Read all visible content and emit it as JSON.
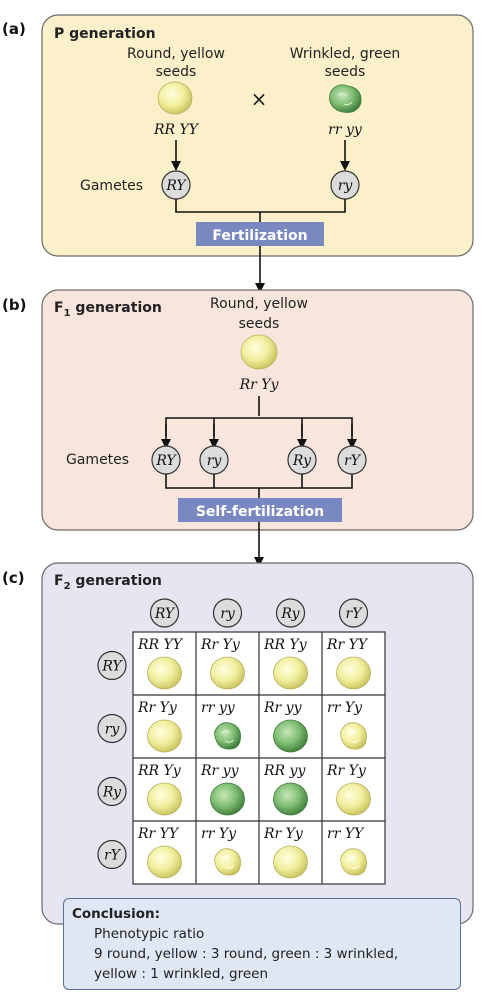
{
  "panels": {
    "a": {
      "tag": "(a)",
      "title": "P generation",
      "left_parent": {
        "label1": "Round, yellow",
        "label2": "seeds",
        "genotype": "RR YY",
        "gamete": "RY"
      },
      "right_parent": {
        "label1": "Wrinkled, green",
        "label2": "seeds",
        "genotype": "rr yy",
        "gamete": "ry"
      },
      "cross_symbol": "×",
      "gametes_label": "Gametes",
      "bar_label": "Fertilization"
    },
    "b": {
      "tag": "(b)",
      "title_prefix": "F",
      "title_sub": "1",
      "title_suffix": " generation",
      "label1": "Round, yellow",
      "label2": "seeds",
      "genotype": "Rr Yy",
      "gametes_label": "Gametes",
      "gametes": [
        "RY",
        "ry",
        "Ry",
        "rY"
      ],
      "bar_label": "Self-fertilization"
    },
    "c": {
      "tag": "(c)",
      "title_prefix": "F",
      "title_sub": "2",
      "title_suffix": " generation",
      "col_gametes": [
        "RY",
        "ry",
        "Ry",
        "rY"
      ],
      "row_gametes": [
        "RY",
        "ry",
        "Ry",
        "rY"
      ],
      "grid": [
        [
          {
            "genotype": "RR YY",
            "seed": "round-yellow"
          },
          {
            "genotype": "Rr Yy",
            "seed": "round-yellow"
          },
          {
            "genotype": "RR Yy",
            "seed": "round-yellow"
          },
          {
            "genotype": "Rr YY",
            "seed": "round-yellow"
          }
        ],
        [
          {
            "genotype": "Rr Yy",
            "seed": "round-yellow"
          },
          {
            "genotype": "rr yy",
            "seed": "wrinkled-green"
          },
          {
            "genotype": "Rr yy",
            "seed": "round-green"
          },
          {
            "genotype": "rr Yy",
            "seed": "wrinkled-yellow"
          }
        ],
        [
          {
            "genotype": "RR Yy",
            "seed": "round-yellow"
          },
          {
            "genotype": "Rr yy",
            "seed": "round-green"
          },
          {
            "genotype": "RR yy",
            "seed": "round-green"
          },
          {
            "genotype": "Rr Yy",
            "seed": "round-yellow"
          }
        ],
        [
          {
            "genotype": "Rr YY",
            "seed": "round-yellow"
          },
          {
            "genotype": "rr Yy",
            "seed": "wrinkled-yellow"
          },
          {
            "genotype": "Rr Yy",
            "seed": "round-yellow"
          },
          {
            "genotype": "rr YY",
            "seed": "wrinkled-yellow"
          }
        ]
      ]
    }
  },
  "conclusion": {
    "title": "Conclusion:",
    "line1": "Phenotypic ratio",
    "line2": "9 round, yellow : 3 round, green : 3 wrinkled,",
    "line3": "yellow : 1 wrinkled, green"
  },
  "colors": {
    "panel_a_fill": "#fbf0c9",
    "panel_b_fill": "#f8e6dc",
    "panel_c_fill": "#e6e5f2",
    "bar_fill": "#7a88c2",
    "circle_fill": "#dcdcdc",
    "seed_yellow": "#ecec92",
    "seed_green": "#74b26a"
  }
}
